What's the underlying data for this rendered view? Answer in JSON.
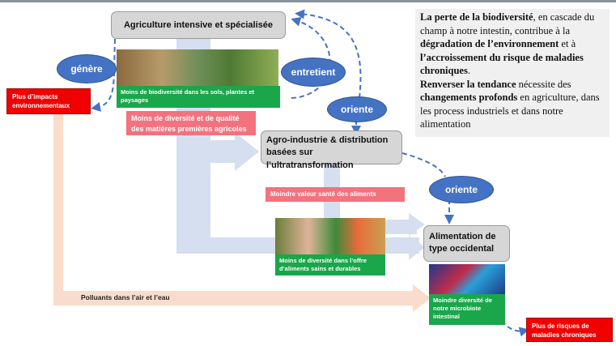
{
  "nodes": {
    "agri": "Agriculture intensive et spécialisée",
    "agro_line1": "Agro-industrie & distribution",
    "agro_line2": "basées sur l’ultratransformation",
    "alim_line1": "Alimentation de",
    "alim_line2": "type occidental"
  },
  "verbs": {
    "genere": "génère",
    "entretient": "entretient",
    "oriente1": "oriente",
    "oriente2": "oriente"
  },
  "effects": {
    "impacts": "Plus d’impacts environnementaux",
    "biodiv": "Moins de biodiversité dans les sols, plantes et paysages",
    "matieres": "Moins de diversité et de qualité des matières premières agricoles",
    "valeur": "Moindre valeur santé des aliments",
    "offre": "Moins de diversité dans l’offre d’aliments sains et durables",
    "polluants": "Polluants dans l’air et l’eau",
    "microbiote": "Moindre diversité de notre microbiote intestinal",
    "risques": "Plus de risques de maladies chroniques"
  },
  "note": {
    "p1_bold1": "La perte de la biodiversité",
    "p1_text1": ", en cascade du champ à notre intestin, contribue à la ",
    "p1_bold2": "dégradation de l’environnement",
    "p1_text2": " et à ",
    "p1_bold3": "l’accroissement du risque de maladies chroniques",
    "p1_text3": ".",
    "p2_bold1": "Renverser la tendance",
    "p2_text1": " nécessite des ",
    "p2_bold2": "changements profonds",
    "p2_text2": " en agriculture, dans  les process industriels et dans notre alimentation"
  }
}
